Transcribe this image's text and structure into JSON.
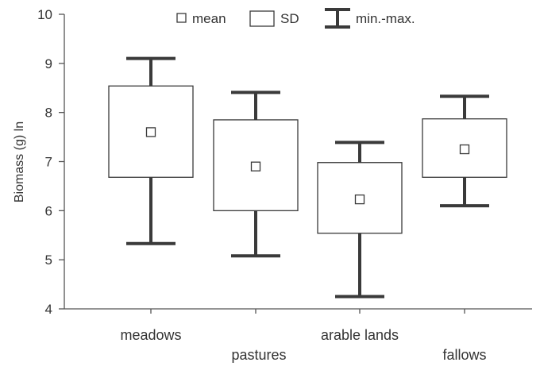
{
  "chart_data": {
    "type": "box",
    "ylabel": "Biomass (g) ln",
    "ylim": [
      4,
      10
    ],
    "yticks": [
      "4",
      "5",
      "6",
      "7",
      "8",
      "9",
      "10"
    ],
    "categories": [
      "meadows",
      "pastures",
      "arable lands",
      "fallows"
    ],
    "label_rows": [
      "upper",
      "lower",
      "upper",
      "lower"
    ],
    "legend": [
      {
        "key": "mean",
        "label": "mean"
      },
      {
        "key": "sd",
        "label": "SD"
      },
      {
        "key": "range",
        "label": "min.-max."
      }
    ],
    "legend_placement": "top",
    "grid": false,
    "series": [
      {
        "category": "meadows",
        "mean": 7.6,
        "sd_low": 6.68,
        "sd_high": 8.54,
        "min": 5.33,
        "max": 9.1
      },
      {
        "category": "pastures",
        "mean": 6.9,
        "sd_low": 6.0,
        "sd_high": 7.85,
        "min": 5.08,
        "max": 8.41
      },
      {
        "category": "arable lands",
        "mean": 6.23,
        "sd_low": 5.54,
        "sd_high": 6.98,
        "min": 4.25,
        "max": 7.39
      },
      {
        "category": "fallows",
        "mean": 7.25,
        "sd_low": 6.68,
        "sd_high": 7.87,
        "min": 6.1,
        "max": 8.33
      }
    ],
    "colors": {
      "line": "#3a3a3a",
      "box_fill": "#ffffff",
      "text": "#333333"
    }
  }
}
